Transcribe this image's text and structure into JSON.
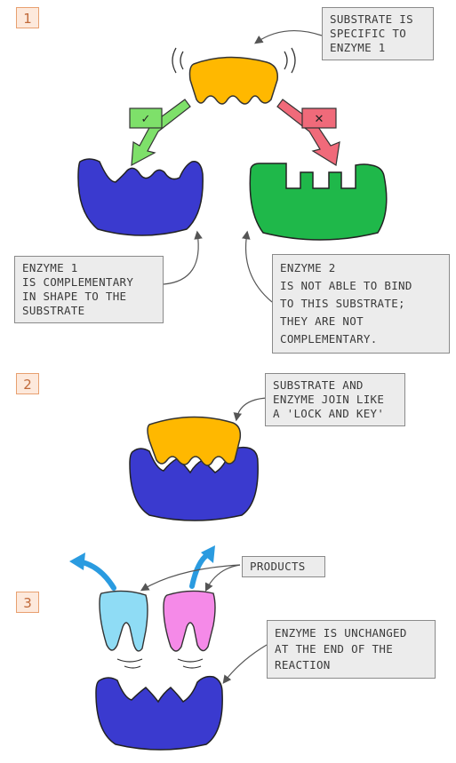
{
  "steps": {
    "one": "1",
    "two": "2",
    "three": "3"
  },
  "callouts": {
    "substrate_specific": [
      "SUBSTRATE IS",
      "SPECIFIC TO",
      "ENZYME 1"
    ],
    "enzyme1": [
      "ENZYME 1",
      "IS COMPLEMENTARY",
      "IN SHAPE TO THE",
      "SUBSTRATE"
    ],
    "enzyme2": [
      "ENZYME 2",
      "IS NOT ABLE TO BIND",
      "TO THIS SUBSTRATE;",
      "THEY ARE NOT",
      "COMPLEMENTARY."
    ],
    "lock_key": [
      "SUBSTRATE AND",
      "ENZYME JOIN LIKE",
      "A 'LOCK AND KEY'"
    ],
    "products": "PRODUCTS",
    "unchanged": [
      "ENZYME IS UNCHANGED",
      "AT THE END OF THE",
      "REACTION"
    ]
  },
  "badges": {
    "yes": "✓",
    "no": "✕"
  },
  "colors": {
    "substrate": "#ffb800",
    "enzyme1": "#3a3acf",
    "enzyme2": "#1fb84a",
    "product_a": "#8fdcf5",
    "product_b": "#f58ae8",
    "yes_arrow": "#7ee06a",
    "no_arrow": "#f06a7a",
    "product_arrow": "#2a9be0"
  }
}
